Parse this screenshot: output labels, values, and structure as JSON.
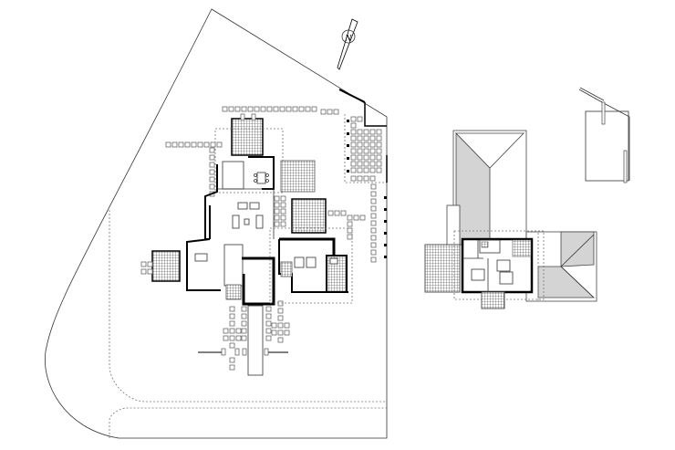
{
  "drawing": {
    "type": "architectural site plan",
    "views": [
      {
        "id": "ground-floor-site-plan",
        "label": ""
      },
      {
        "id": "upper-floor-roof-plan",
        "label": ""
      },
      {
        "id": "outbuilding-detail",
        "label": ""
      }
    ],
    "north_arrow": {
      "glyph": "N",
      "visible": true
    },
    "colors": {
      "background": "#ffffff",
      "line": "#000000",
      "roof_fill": "#d4d4d4",
      "paving_dotted": "#777777"
    }
  }
}
